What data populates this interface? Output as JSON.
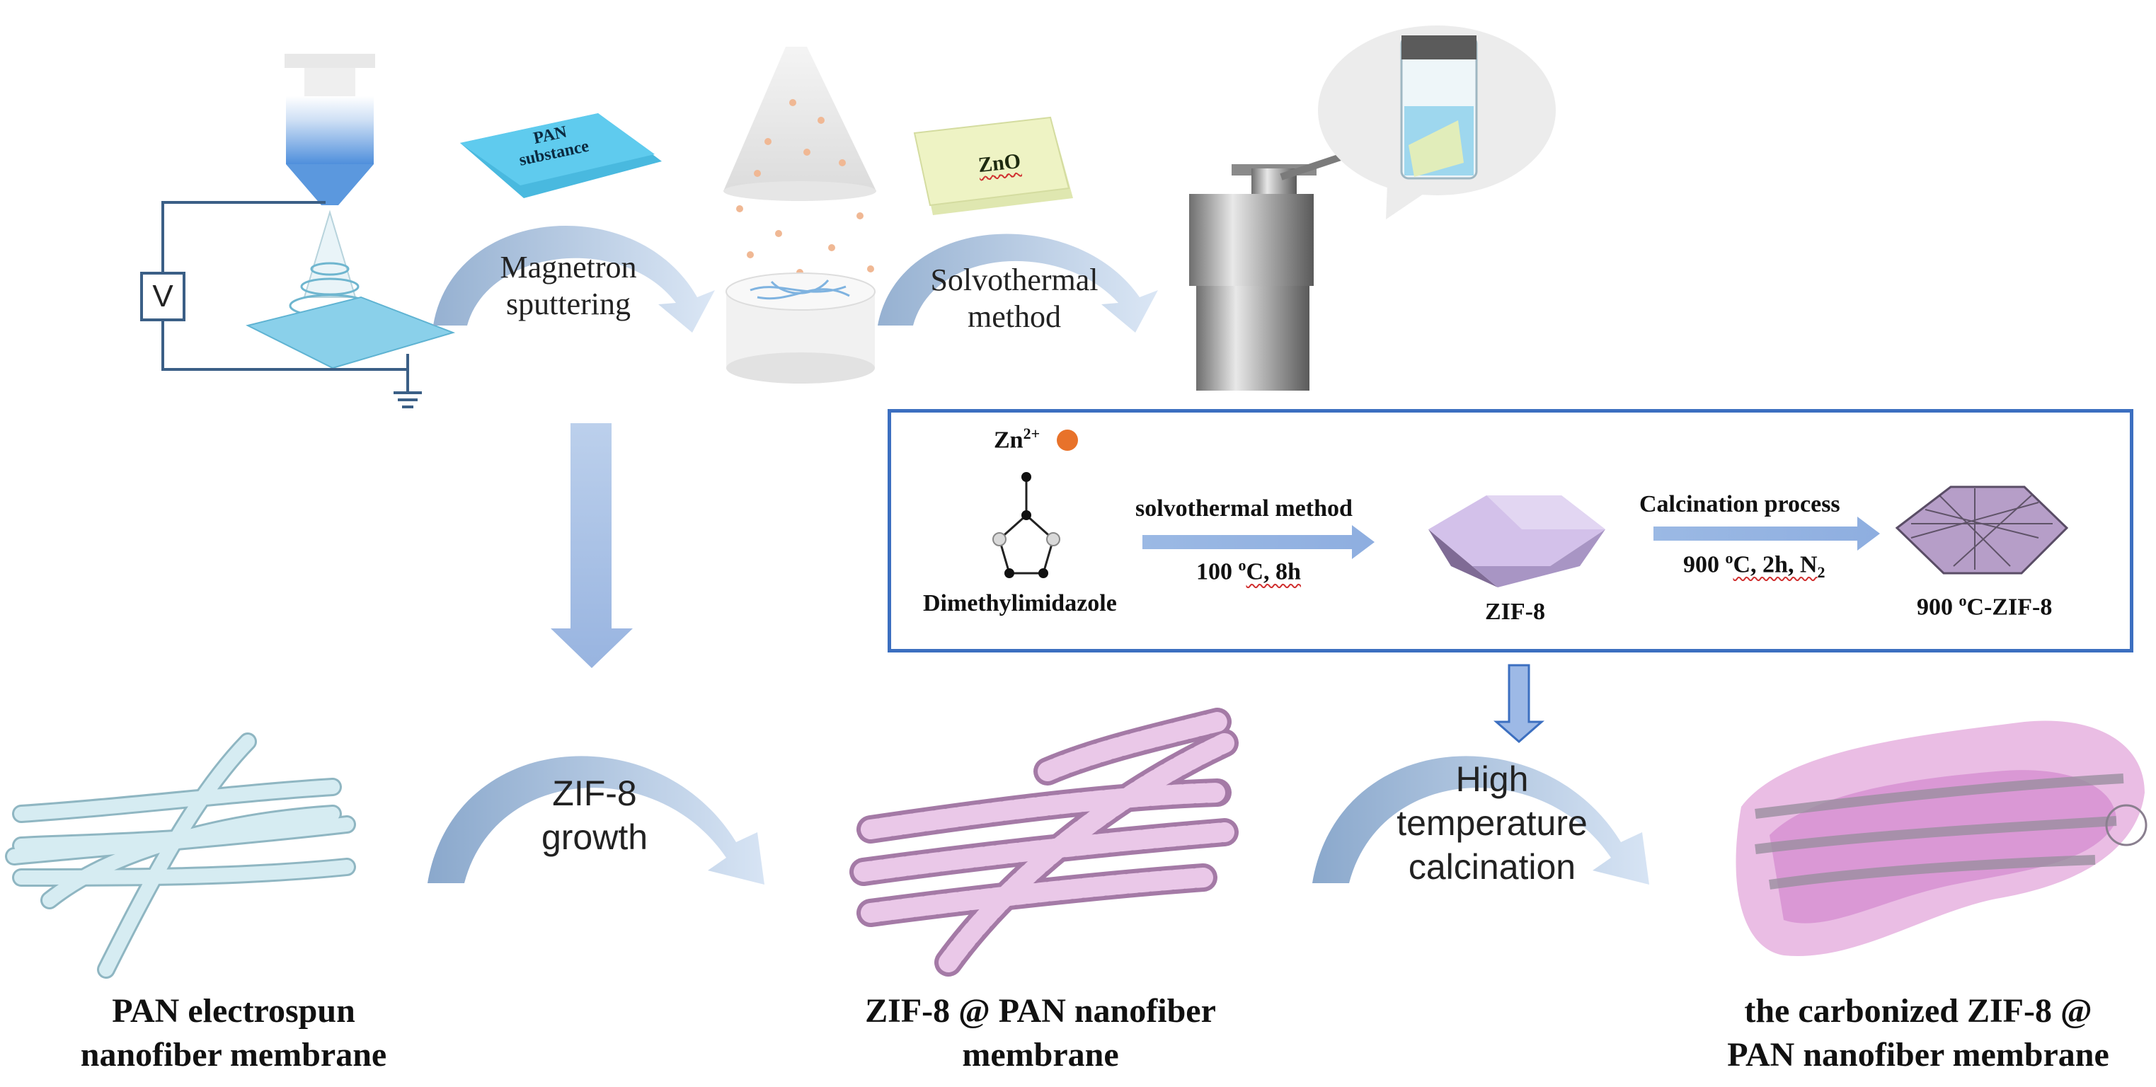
{
  "labels": {
    "pan_substance": "PAN substance",
    "zno": "ZnO",
    "voltage": "V",
    "magnetron_sputtering": [
      "Magnetron",
      "sputtering"
    ],
    "solvothermal_method_top": [
      "Solvothermal",
      "method"
    ],
    "zif8_growth": [
      "ZIF-8",
      "growth"
    ],
    "high_temp_calcination": [
      "High",
      "temperature",
      "calcination"
    ]
  },
  "reaction_box": {
    "zn_ion": "Zn",
    "zn_charge": "2+",
    "ligand": "Dimethylimidazole",
    "step1_label": "solvothermal method",
    "step1_temp": "100",
    "step1_unit": "o",
    "step1_cond": "C, 8h",
    "product1": "ZIF-8",
    "step2_label": "Calcination process",
    "step2_temp": "900",
    "step2_unit": "o",
    "step2_cond": "C, 2h, N",
    "step2_sub": "2",
    "product2_pre": "900",
    "product2_unit": "o",
    "product2_post": "C-ZIF-8"
  },
  "captions": {
    "left": [
      "PAN electrospun",
      "nanofiber membrane"
    ],
    "middle": [
      "ZIF-8 @ PAN nanofiber",
      "membrane"
    ],
    "right": [
      "the carbonized ZIF-8 @",
      "PAN nanofiber membrane"
    ]
  },
  "colors": {
    "box_border": "#3c6fc0",
    "arrow_blue": "#a9c1e6",
    "zn_dot": "#e8722a",
    "pan_plate": "#55c8e8",
    "zno_plate": "#eef3c4",
    "zif_crystal": "#c9b3e3",
    "fiber": "#c9e4ea",
    "zif_fiber": "#d9a8d6"
  }
}
